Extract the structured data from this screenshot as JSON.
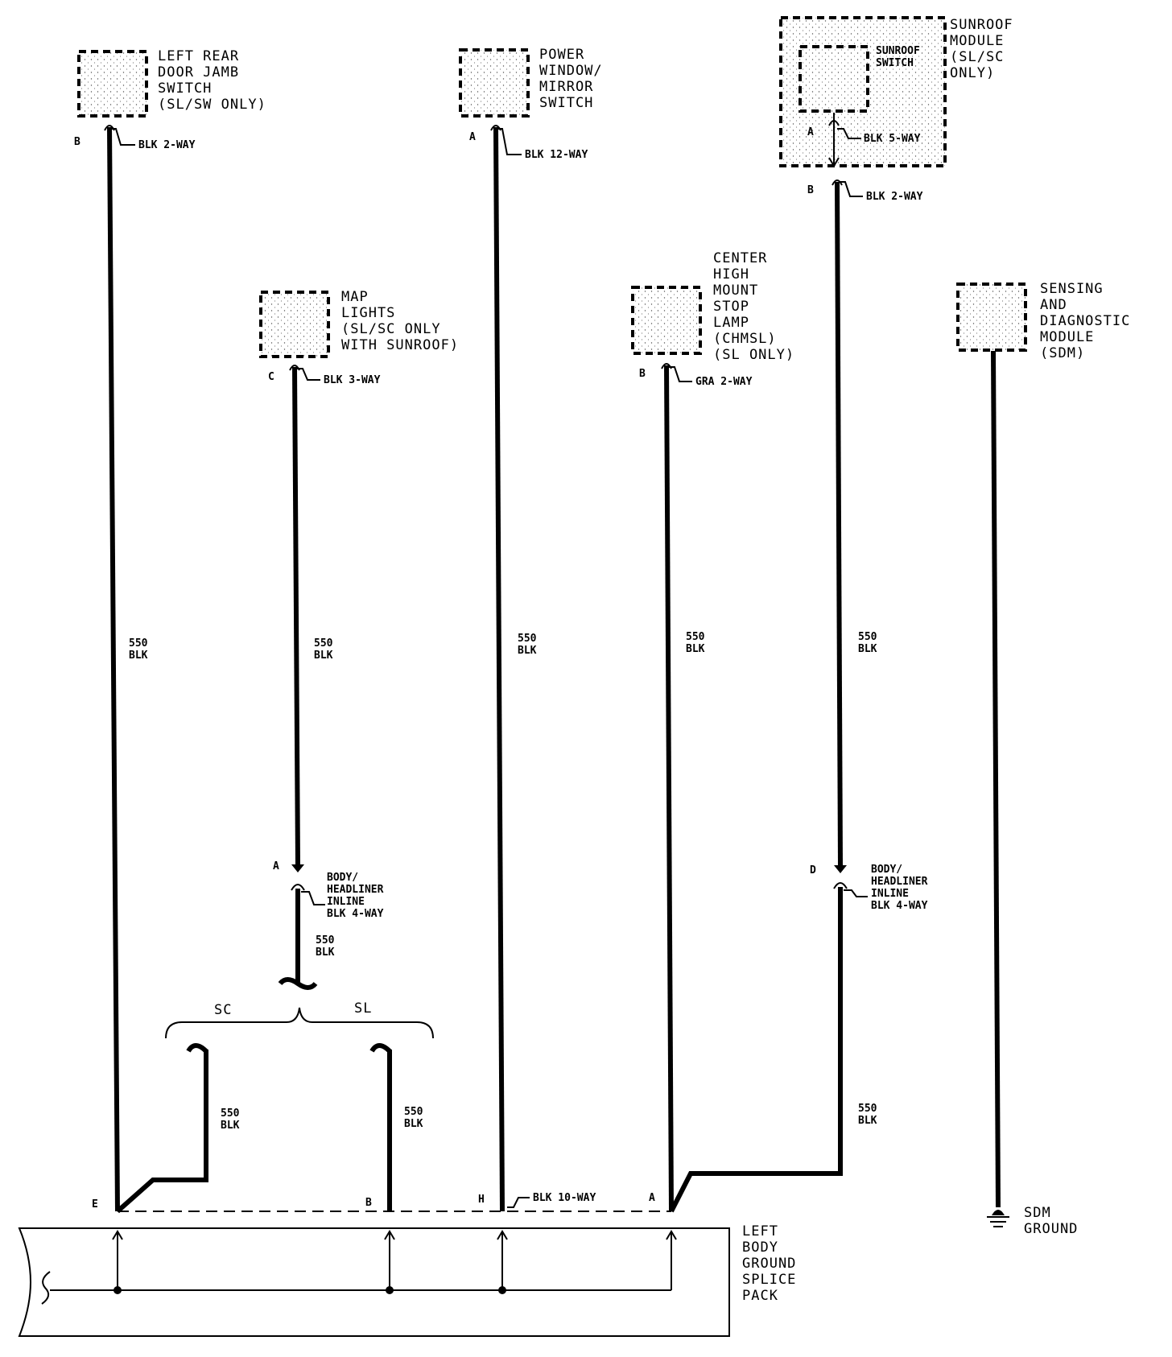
{
  "components": {
    "left_rear_door_jamb_switch": {
      "lines": [
        "LEFT REAR",
        "DOOR JAMB",
        "SWITCH",
        "(SL/SW ONLY)"
      ],
      "pin": "B",
      "connector": "BLK 2-WAY"
    },
    "power_window_mirror_switch": {
      "lines": [
        "POWER",
        "WINDOW/",
        "MIRROR",
        "SWITCH"
      ],
      "pin": "A",
      "connector": "BLK 12-WAY"
    },
    "sunroof_module": {
      "lines": [
        "SUNROOF",
        "MODULE",
        "(SL/SC",
        "ONLY)"
      ],
      "inner_lines": [
        "SUNROOF",
        "SWITCH"
      ],
      "inner_pin": "A",
      "inner_connector": "BLK 5-WAY",
      "pin": "B",
      "connector": "BLK 2-WAY"
    },
    "map_lights": {
      "lines": [
        "MAP",
        "LIGHTS",
        "(SL/SC ONLY",
        "WITH SUNROOF)"
      ],
      "pin": "C",
      "connector": "BLK 3-WAY"
    },
    "chmsl": {
      "lines": [
        "CENTER",
        "HIGH",
        "MOUNT",
        "STOP",
        "LAMP",
        "(CHMSL)",
        "(SL ONLY)"
      ],
      "pin": "B",
      "connector": "GRA 2-WAY"
    },
    "sdm": {
      "lines": [
        "SENSING",
        "AND",
        "DIAGNOSTIC",
        "MODULE",
        "(SDM)"
      ]
    }
  },
  "wire_label": {
    "circuit": "550",
    "color": "BLK"
  },
  "inline_left": {
    "pin": "A",
    "lines": [
      "BODY/",
      "HEADLINER",
      "INLINE",
      "BLK 4-WAY"
    ]
  },
  "inline_right": {
    "pin": "D",
    "lines": [
      "BODY/",
      "HEADLINER",
      "INLINE",
      "BLK 4-WAY"
    ]
  },
  "branch": {
    "left": "SC",
    "right": "SL"
  },
  "splice_pack": {
    "lines": [
      "LEFT",
      "BODY",
      "GROUND",
      "SPLICE",
      "PACK"
    ],
    "connector": "BLK 10-WAY",
    "pins": [
      "E",
      "B",
      "H",
      "A"
    ]
  },
  "sdm_ground": {
    "lines": [
      "SDM",
      "GROUND"
    ]
  }
}
